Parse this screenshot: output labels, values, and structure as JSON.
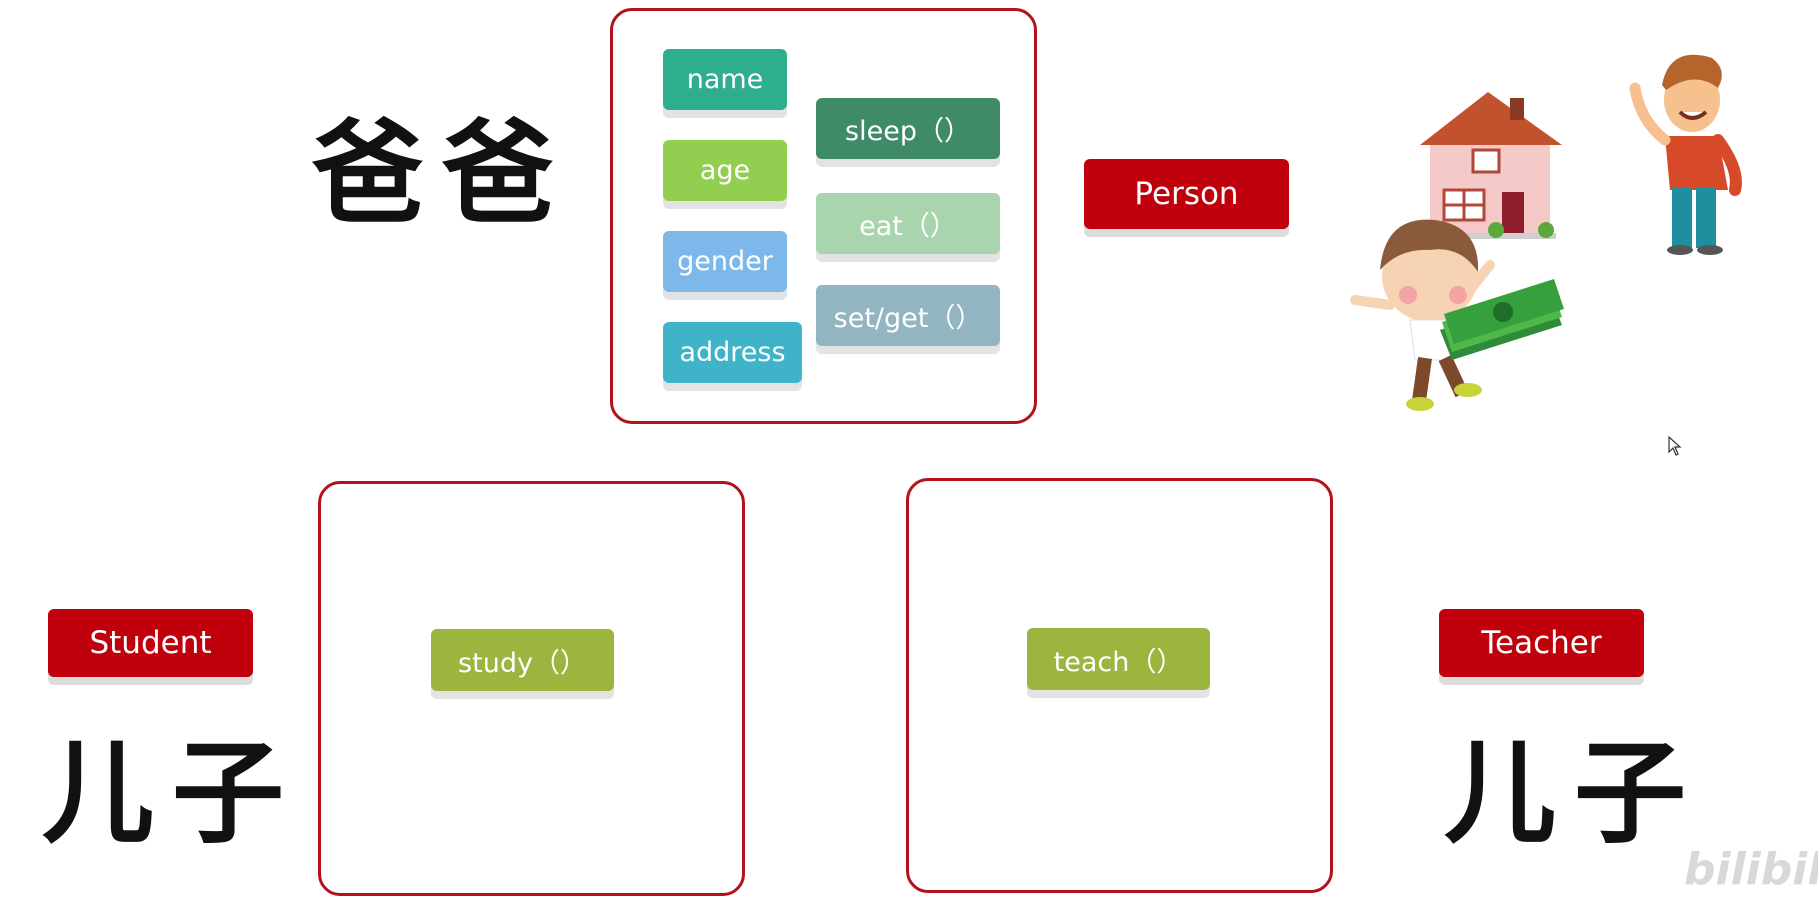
{
  "father_text": "爸爸",
  "son_text_left": "儿子",
  "son_text_right": "儿子",
  "parent_class": {
    "label": "Person",
    "attributes": [
      {
        "text": "name",
        "color": "#2fae8e"
      },
      {
        "text": "age",
        "color": "#92cf50"
      },
      {
        "text": "gender",
        "color": "#7cb9ea"
      },
      {
        "text": "address",
        "color": "#3fb3c8"
      }
    ],
    "methods": [
      {
        "text": "sleep（）",
        "color": "#3f8b68"
      },
      {
        "text": "eat（）",
        "color": "#a8d5ad"
      },
      {
        "text": "set/get（）",
        "color": "#93b4c1"
      }
    ]
  },
  "student_class": {
    "label": "Student",
    "method": "study（）",
    "method_color": "#9bb53f"
  },
  "teacher_class": {
    "label": "Teacher",
    "method": "teach（）",
    "method_color": "#9bb53f"
  },
  "watermark": "bilibili",
  "colors": {
    "accent_red": "#c0000c",
    "border_red": "#b3121b"
  }
}
